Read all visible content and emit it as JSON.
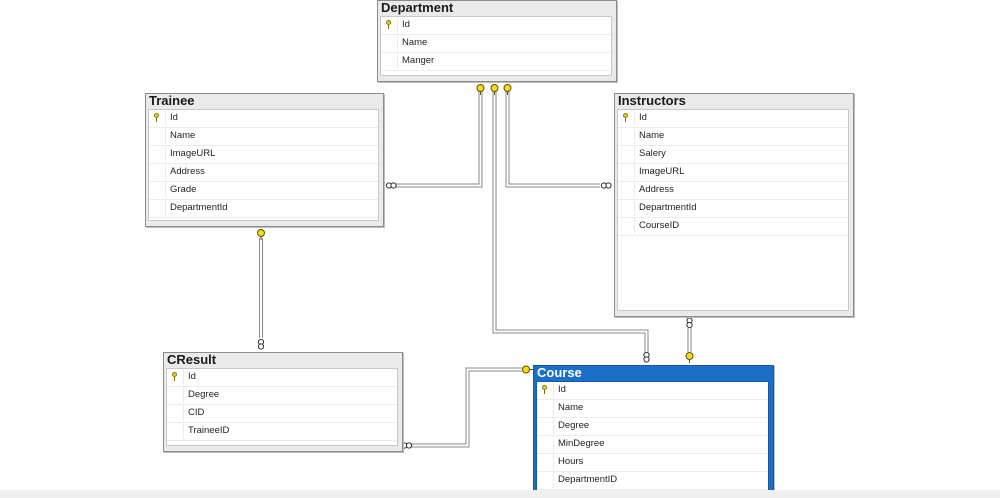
{
  "tables": {
    "department": {
      "title": "Department",
      "columns": [
        "Id",
        "Name",
        "Manger"
      ]
    },
    "trainee": {
      "title": "Trainee",
      "columns": [
        "Id",
        "Name",
        "ImageURL",
        "Address",
        "Grade",
        "DepartmentId"
      ]
    },
    "instructors": {
      "title": "Instructors",
      "columns": [
        "Id",
        "Name",
        "Salery",
        "ImageURL",
        "Address",
        "DepartmentId",
        "CourseID"
      ]
    },
    "cresult": {
      "title": "CResult",
      "columns": [
        "Id",
        "Degree",
        "CID",
        "TraineeID"
      ]
    },
    "course": {
      "title": "Course",
      "columns": [
        "Id",
        "Name",
        "Degree",
        "MinDegree",
        "Hours",
        "DepartmentID"
      ]
    }
  },
  "primary_key_column": "Id",
  "selected_table": "Course",
  "colors": {
    "selection_header": "#1c6fc9",
    "key_icon": "#e8d21d",
    "connector": "#888888",
    "entity_frame": "#eaeaea"
  },
  "icons": {
    "primary_key": "key-icon",
    "relationship_one_end": "key-icon",
    "relationship_many_end": "infinity-icon"
  }
}
